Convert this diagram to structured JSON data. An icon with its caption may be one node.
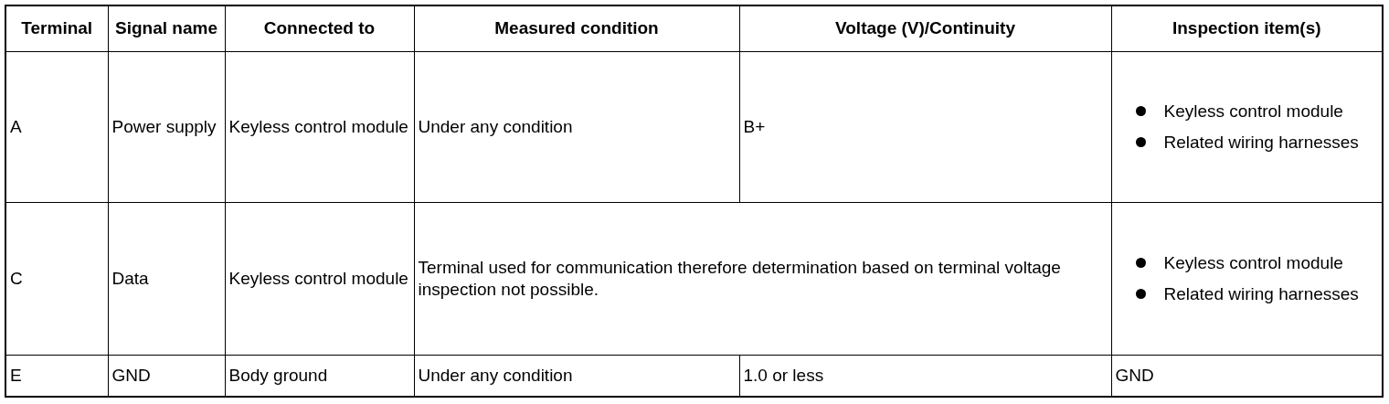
{
  "diagram": {
    "labels": [
      "Terminal",
      "Signal name",
      "Connected to",
      "Measured condition",
      "Voltage (V)/Continuity",
      "Inspection item(s)",
      "A",
      "Power supply",
      "Keyless control module",
      "Under any condition",
      "B+",
      "Keyless control module",
      "Related wiring harnesses",
      "C",
      "Data",
      "Keyless control module",
      "Terminal used for communication therefore determination based on terminal voltage inspection not possible.",
      "Keyless control module",
      "Related wiring harnesses",
      "E",
      "GND",
      "Body ground",
      "Under any condition",
      "1.0 or less",
      "GND"
    ]
  }
}
